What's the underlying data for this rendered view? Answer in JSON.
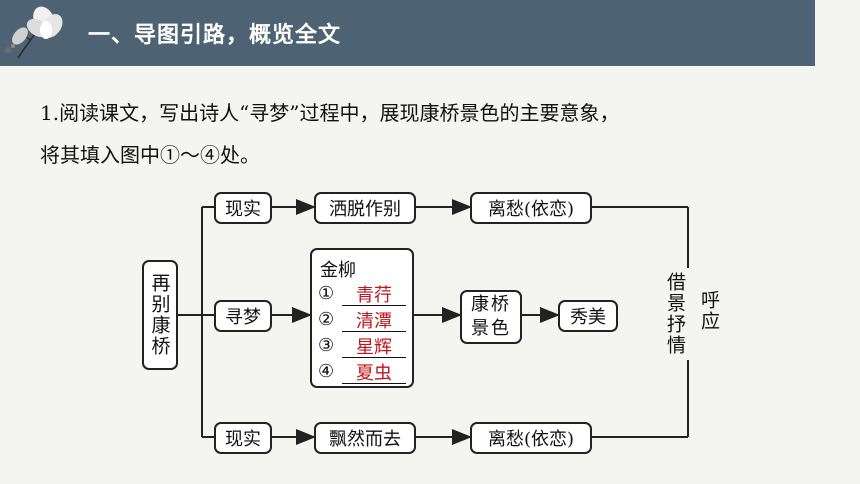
{
  "header": {
    "title": "一、导图引路，概览全文",
    "logo_icon": "magnolia-flower-icon"
  },
  "question": {
    "line1": "1.阅读课文，写出诗人“寻梦”过程中，展现康桥景色的主要意象，",
    "line2": "将其填入图中①～④处。"
  },
  "diagram": {
    "root": "再别康桥",
    "row_top": {
      "stage": "现实",
      "action": "洒脱作别",
      "emotion": "离愁(依恋)"
    },
    "row_mid": {
      "stage": "寻梦",
      "list_title": "金柳",
      "answers": [
        {
          "num": "①",
          "text": "青荇"
        },
        {
          "num": "②",
          "text": "清潭"
        },
        {
          "num": "③",
          "text": "星辉"
        },
        {
          "num": "④",
          "text": "夏虫"
        }
      ],
      "scene": "康桥景色",
      "result": "秀美"
    },
    "row_bottom": {
      "stage": "现实",
      "action": "飘然而去",
      "emotion": "离愁(依恋)"
    },
    "side_left": "借景抒情",
    "side_right": "呼应"
  },
  "colors": {
    "header_bg": "#4d6373",
    "answer_red": "#c0161a"
  }
}
